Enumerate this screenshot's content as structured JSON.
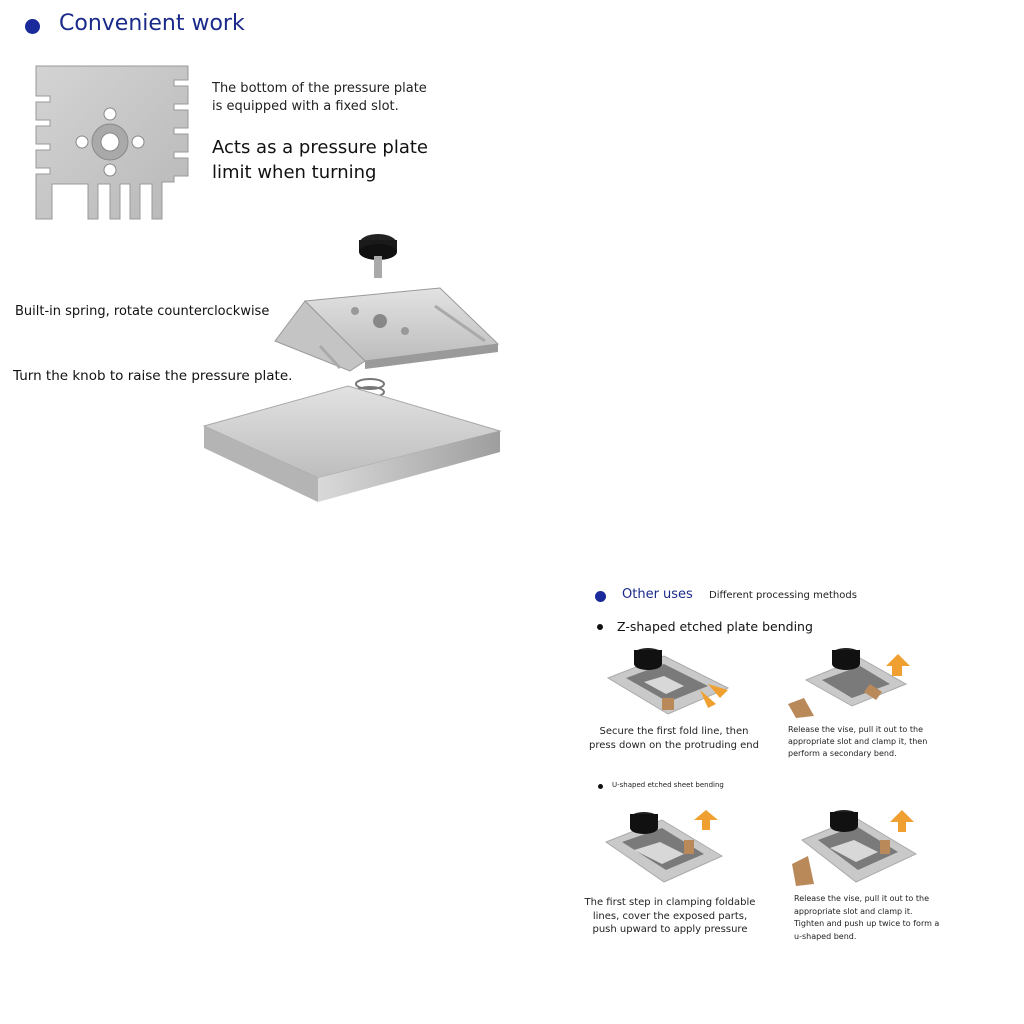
{
  "top": {
    "heading": "Convenient work",
    "slot_line1": "The bottom of the pressure plate",
    "slot_line2": "is equipped with a fixed slot.",
    "limit_line1": "Acts as a pressure plate",
    "limit_line2": "limit when turning",
    "spring_label": "Built-in spring, rotate counterclockwise",
    "knob_label": "Turn the knob to raise the pressure plate."
  },
  "other": {
    "heading": "Other uses",
    "subheading": "Different processing methods",
    "z_title": "Z-shaped etched plate bending",
    "z_cap1_l1": "Secure the first fold line, then",
    "z_cap1_l2": "press down on the protruding end",
    "z_cap2_l1": "Release the vise, pull it out to the",
    "z_cap2_l2": "appropriate slot and clamp it, then",
    "z_cap2_l3": "perform a secondary bend.",
    "u_title": "U-shaped etched sheet bending",
    "u_cap1_l1": "The first step in clamping foldable",
    "u_cap1_l2": "lines, cover the exposed parts,",
    "u_cap1_l3": "push upward to apply pressure",
    "u_cap2_l1": "Release the vise, pull it out to the",
    "u_cap2_l2": "appropriate slot and clamp it.",
    "u_cap2_l3": "Tighten and push up twice to form a",
    "u_cap2_l4": "u-shaped bend."
  },
  "colors": {
    "accent_blue": "#1a2a9a",
    "metal": "#c8c8c8",
    "arrow": "#f0a030"
  },
  "icons": [
    "bullet-dot-icon",
    "pressure-plate-image",
    "exploded-tool-image",
    "bending-step-image"
  ]
}
